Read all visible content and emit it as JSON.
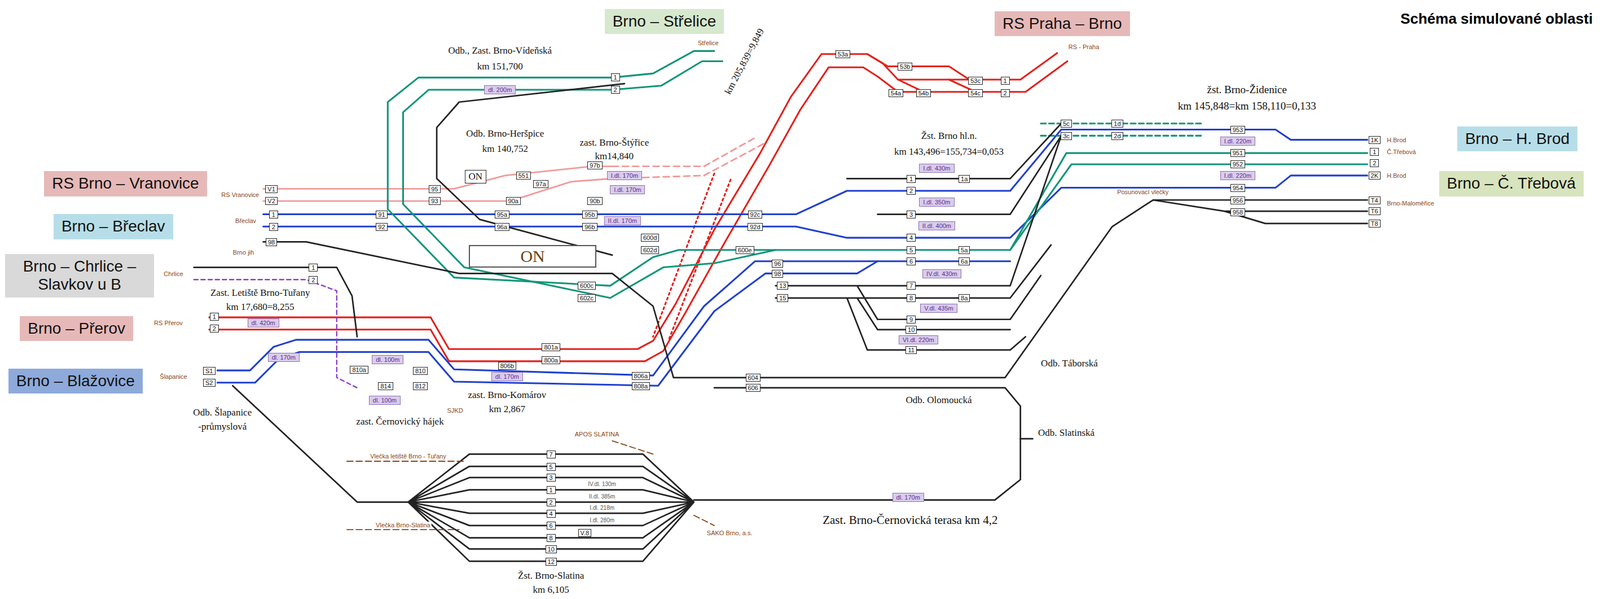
{
  "diagram": {
    "title": "Schéma simulované oblasti",
    "nodes": [
      {
        "text": [
          "Brno – Střelice"
        ]
      },
      {
        "text": [
          "RS Praha – Brno"
        ]
      },
      {
        "text": [
          "RS Brno – Vranovice"
        ]
      },
      {
        "text": [
          "Brno – Břeclav"
        ]
      },
      {
        "text": [
          "Brno – Chrlice – Slavkov u B"
        ]
      },
      {
        "text": [
          "Brno – Přerov"
        ]
      },
      {
        "text": [
          "Brno – Blažovice"
        ]
      },
      {
        "text": [
          "Brno – H. Brod"
        ]
      },
      {
        "text": [
          "Brno – Č. Třebová"
        ]
      },
      {
        "text": [
          "ON"
        ]
      },
      {
        "text": [
          "ON"
        ]
      },
      {
        "text": [
          "V1"
        ]
      },
      {
        "text": [
          "V2"
        ]
      },
      {
        "text": [
          "1"
        ]
      },
      {
        "text": [
          "2"
        ]
      },
      {
        "text": [
          "98"
        ]
      },
      {
        "text": [
          "1"
        ]
      },
      {
        "text": [
          "2"
        ]
      },
      {
        "text": [
          "1"
        ]
      },
      {
        "text": [
          "2"
        ]
      },
      {
        "text": [
          "S1"
        ]
      },
      {
        "text": [
          "S2"
        ]
      },
      {
        "text": [
          "1"
        ]
      },
      {
        "text": [
          "2"
        ]
      },
      {
        "text": [
          "95"
        ]
      },
      {
        "text": [
          "93"
        ]
      },
      {
        "text": [
          "91"
        ]
      },
      {
        "text": [
          "92"
        ]
      },
      {
        "text": [
          "95a"
        ]
      },
      {
        "text": [
          "96a"
        ]
      },
      {
        "text": [
          "95b"
        ]
      },
      {
        "text": [
          "96b"
        ]
      },
      {
        "text": [
          "97b"
        ]
      },
      {
        "text": [
          "97a"
        ]
      },
      {
        "text": [
          "90b"
        ]
      },
      {
        "text": [
          "90a"
        ]
      },
      {
        "text": [
          "551"
        ]
      },
      {
        "text": [
          "92c"
        ]
      },
      {
        "text": [
          "92d"
        ]
      },
      {
        "text": [
          "600c"
        ]
      },
      {
        "text": [
          "602c"
        ]
      },
      {
        "text": [
          "600d"
        ]
      },
      {
        "text": [
          "602d"
        ]
      },
      {
        "text": [
          "600e"
        ]
      },
      {
        "text": [
          "801a"
        ]
      },
      {
        "text": [
          "800a"
        ]
      },
      {
        "text": [
          "806b"
        ]
      },
      {
        "text": [
          "806a"
        ]
      },
      {
        "text": [
          "808a"
        ]
      },
      {
        "text": [
          "810a"
        ]
      },
      {
        "text": [
          "810"
        ]
      },
      {
        "text": [
          "814"
        ]
      },
      {
        "text": [
          "812"
        ]
      },
      {
        "text": [
          "53a"
        ]
      },
      {
        "text": [
          "53b"
        ]
      },
      {
        "text": [
          "53c"
        ]
      },
      {
        "text": [
          "54a"
        ]
      },
      {
        "text": [
          "54b"
        ]
      },
      {
        "text": [
          "54c"
        ]
      },
      {
        "text": [
          "1"
        ]
      },
      {
        "text": [
          "2"
        ]
      },
      {
        "text": [
          "1"
        ]
      },
      {
        "text": [
          "1a"
        ]
      },
      {
        "text": [
          "2"
        ]
      },
      {
        "text": [
          "3"
        ]
      },
      {
        "text": [
          "4"
        ]
      },
      {
        "text": [
          "5"
        ]
      },
      {
        "text": [
          "5a"
        ]
      },
      {
        "text": [
          "6"
        ]
      },
      {
        "text": [
          "6a"
        ]
      },
      {
        "text": [
          "7"
        ]
      },
      {
        "text": [
          "8"
        ]
      },
      {
        "text": [
          "8a"
        ]
      },
      {
        "text": [
          "9"
        ]
      },
      {
        "text": [
          "10"
        ]
      },
      {
        "text": [
          "11"
        ]
      },
      {
        "text": [
          "96"
        ]
      },
      {
        "text": [
          "98"
        ]
      },
      {
        "text": [
          "13"
        ]
      },
      {
        "text": [
          "15"
        ]
      },
      {
        "text": [
          "604"
        ]
      },
      {
        "text": [
          "606"
        ]
      },
      {
        "text": [
          "5c"
        ]
      },
      {
        "text": [
          "3c"
        ]
      },
      {
        "text": [
          "1d"
        ]
      },
      {
        "text": [
          "2d"
        ]
      },
      {
        "text": [
          "953"
        ]
      },
      {
        "text": [
          "951"
        ]
      },
      {
        "text": [
          "952"
        ]
      },
      {
        "text": [
          "954"
        ]
      },
      {
        "text": [
          "956"
        ]
      },
      {
        "text": [
          "958"
        ]
      },
      {
        "text": [
          "1K"
        ]
      },
      {
        "text": [
          "1"
        ]
      },
      {
        "text": [
          "2"
        ]
      },
      {
        "text": [
          "2K"
        ]
      },
      {
        "text": [
          "T4"
        ]
      },
      {
        "text": [
          "T6"
        ]
      },
      {
        "text": [
          "T8"
        ]
      },
      {
        "text": [
          "7"
        ]
      },
      {
        "text": [
          "5"
        ]
      },
      {
        "text": [
          "3"
        ]
      },
      {
        "text": [
          "1"
        ]
      },
      {
        "text": [
          "2"
        ]
      },
      {
        "text": [
          "4"
        ]
      },
      {
        "text": [
          "6"
        ]
      },
      {
        "text": [
          "8"
        ]
      },
      {
        "text": [
          "10"
        ]
      },
      {
        "text": [
          "12"
        ]
      },
      {
        "text": [
          "V.8"
        ]
      },
      {
        "text": [
          "dl. 200m"
        ]
      },
      {
        "text": [
          "dl. 420m"
        ]
      },
      {
        "text": [
          "dl. 170m"
        ]
      },
      {
        "text": [
          "dl. 100m"
        ]
      },
      {
        "text": [
          "dl. 100m"
        ]
      },
      {
        "text": [
          "dl. 170m"
        ]
      },
      {
        "text": [
          "I.dl. 170m"
        ]
      },
      {
        "text": [
          "I.dl. 170m"
        ]
      },
      {
        "text": [
          "II.dl. 170m"
        ]
      },
      {
        "text": [
          "I.dl. 430m"
        ]
      },
      {
        "text": [
          "I.dl. 350m"
        ]
      },
      {
        "text": [
          "II.dl. 400m"
        ]
      },
      {
        "text": [
          "IV.dl. 430m"
        ]
      },
      {
        "text": [
          "V.dl. 435m"
        ]
      },
      {
        "text": [
          "VI.dl. 220m"
        ]
      },
      {
        "text": [
          "I.dl. 220m"
        ]
      },
      {
        "text": [
          "I.dl. 220m"
        ]
      },
      {
        "text": [
          "dl. 170m"
        ]
      }
    ],
    "labels": [
      "Odb., Zast. Brno-Vídeňská",
      "km 151,700",
      "Odb. Brno-Heršpice",
      "km 140,752",
      "zast. Brno-Štýřice",
      "km14,840",
      "km 205,839=9,849",
      "Žst. Brno hl.n.",
      "km 143,496=155,734=0,053",
      "žst. Brno-Židenice",
      "km 145,848=km 158,110=0,133",
      "Zast. Letiště Brno-Tuřany",
      "km 17,680=8,255",
      "zast. Brno-Komárov",
      "km 2,867",
      "zast. Černovický hájek",
      "Odb. Šlapanice",
      "-průmyslová",
      "Odb. Táborská",
      "Odb. Olomoucká",
      "Odb. Slatinská",
      "Zast. Brno-Černovická terasa km 4,2",
      "Žst. Brno-Slatina",
      "km 6,105",
      "Střelice",
      "RS - Praha",
      "RS Vranovice",
      "Břeclav",
      "Brno jih",
      "Chrlice",
      "RS Přerov",
      "Šlapanice",
      "H.Brod",
      "Č.Třebová",
      "H.Brod",
      "Brno-Maloměřice",
      "Posunovací vlečky",
      "SJKD",
      "Vlečka letiště Brno - Tuřany",
      "Vlečka Brno-Slatina",
      "APOS SLATINA",
      "SAKO Brno, a.s.",
      "IV.dl. 130m",
      "II.dl. 385m",
      "I.dl. 218m",
      "I.dl. 280m"
    ]
  }
}
